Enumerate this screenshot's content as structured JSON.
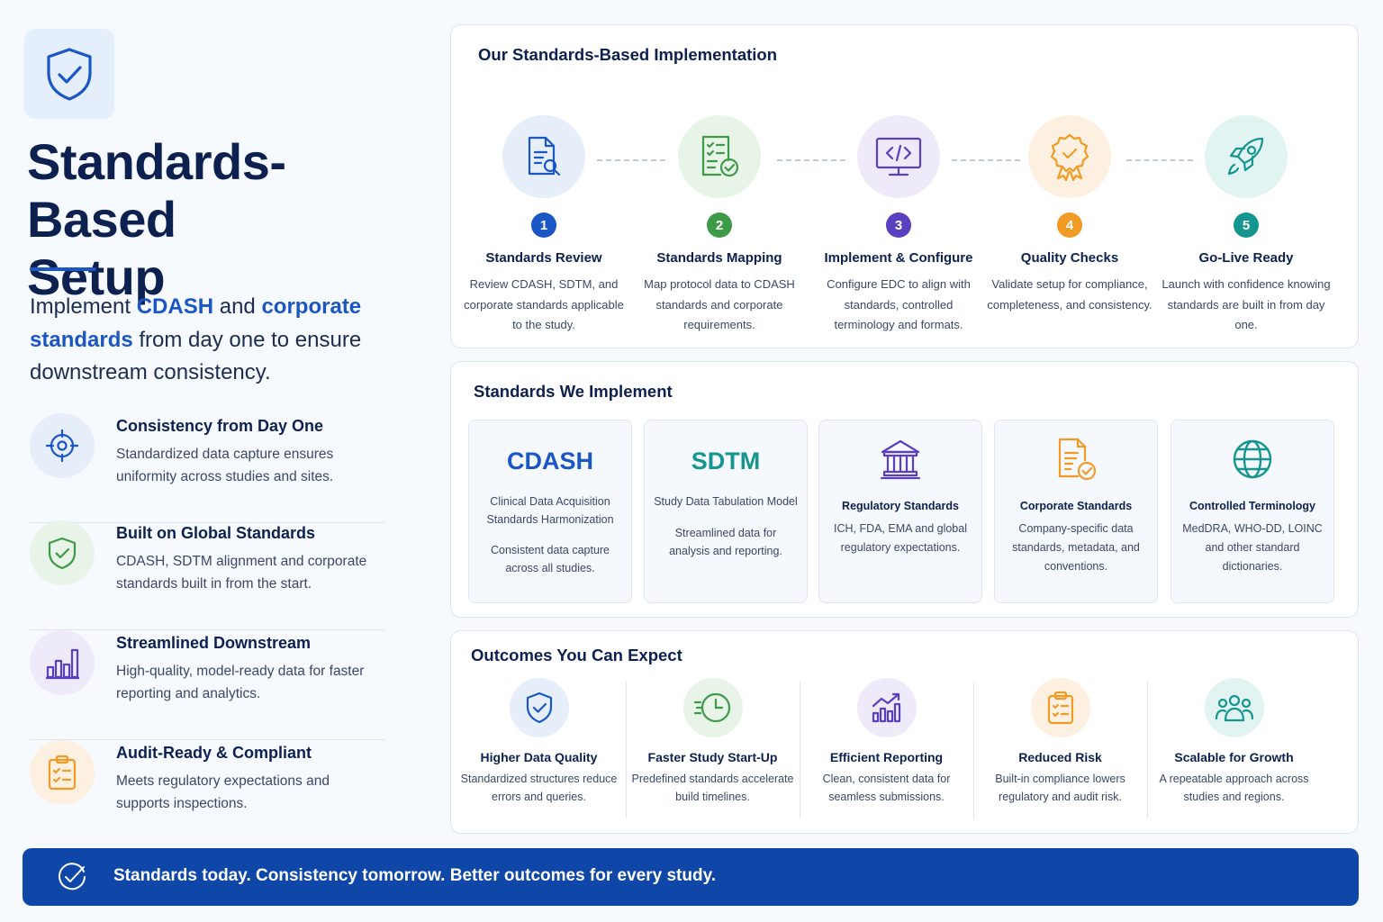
{
  "hero": {
    "icon": "shield-check-icon",
    "title_line1": "Standards-Based",
    "title_line2": "Setup",
    "subtitle": {
      "p1": "Implement ",
      "hl1": "CDASH",
      "p2": " and ",
      "hl2": "corporate standards",
      "p3": " from day one to ensure downstream consistency."
    }
  },
  "features": [
    {
      "icon": "crosshair-icon",
      "title": "Consistency from Day One",
      "desc": "Standardized data capture ensures uniformity across studies and sites."
    },
    {
      "icon": "shield-check-icon",
      "title": "Built on Global Standards",
      "desc": "CDASH, SDTM alignment and corporate standards built in from the start."
    },
    {
      "icon": "bar-chart-icon",
      "title": "Streamlined Downstream",
      "desc": "High-quality, model-ready data for faster reporting and analytics."
    },
    {
      "icon": "clipboard-check-icon",
      "title": "Audit-Ready & Compliant",
      "desc": "Meets regulatory expectations and supports inspections."
    }
  ],
  "implementation": {
    "title": "Our Standards-Based Implementation",
    "steps": [
      {
        "num": "1",
        "icon": "document-search-icon",
        "title": "Standards Review",
        "desc": "Review CDASH, SDTM, and corporate standards applicable to the study."
      },
      {
        "num": "2",
        "icon": "checklist-icon",
        "title": "Standards Mapping",
        "desc": "Map protocol data to CDASH standards and corporate requirements."
      },
      {
        "num": "3",
        "icon": "code-monitor-icon",
        "title": "Implement & Configure",
        "desc": "Configure EDC to align with standards, controlled terminology and formats."
      },
      {
        "num": "4",
        "icon": "award-badge-icon",
        "title": "Quality Checks",
        "desc": "Validate setup for compliance, completeness, and consistency."
      },
      {
        "num": "5",
        "icon": "rocket-icon",
        "title": "Go-Live Ready",
        "desc": "Launch with confidence knowing standards are built in from day one."
      }
    ]
  },
  "standards": {
    "title": "Standards We Implement",
    "cdash": {
      "abbr": "CDASH",
      "full": "Clinical Data Acquisition Standards Harmonization",
      "desc": "Consistent data capture across all studies."
    },
    "sdtm": {
      "abbr": "SDTM",
      "full": "Study Data Tabulation Model",
      "desc": "Streamlined data for analysis and reporting."
    },
    "others": [
      {
        "icon": "bank-icon",
        "title": "Regulatory Standards",
        "desc": "ICH, FDA, EMA and global regulatory expectations."
      },
      {
        "icon": "document-check-icon",
        "title": "Corporate Standards",
        "desc": "Company-specific data standards, metadata, and conventions."
      },
      {
        "icon": "globe-icon",
        "title": "Controlled Terminology",
        "desc": "MedDRA, WHO-DD, LOINC and other standard dictionaries."
      }
    ]
  },
  "outcomes": {
    "title": "Outcomes You Can Expect",
    "items": [
      {
        "icon": "shield-check-icon",
        "title": "Higher Data Quality",
        "desc": "Standardized structures reduce errors and queries."
      },
      {
        "icon": "clock-fast-icon",
        "title": "Faster Study Start-Up",
        "desc": "Predefined standards accelerate build timelines."
      },
      {
        "icon": "chart-trend-icon",
        "title": "Efficient Reporting",
        "desc": "Clean, consistent data for seamless submissions."
      },
      {
        "icon": "clipboard-list-icon",
        "title": "Reduced Risk",
        "desc": "Built-in compliance lowers regulatory and audit risk."
      },
      {
        "icon": "users-icon",
        "title": "Scalable for Growth",
        "desc": "A repeatable approach across studies and regions."
      }
    ]
  },
  "footer": {
    "icon": "check-circle-icon",
    "text": "Standards today. Consistency tomorrow. Better outcomes for every study."
  },
  "colors": {
    "primary": "#1a56c4",
    "navy": "#0d2150",
    "green": "#3d9a47",
    "purple": "#5a3fbf",
    "orange": "#f29a26",
    "teal": "#14958f",
    "footer": "#0f47a8"
  }
}
